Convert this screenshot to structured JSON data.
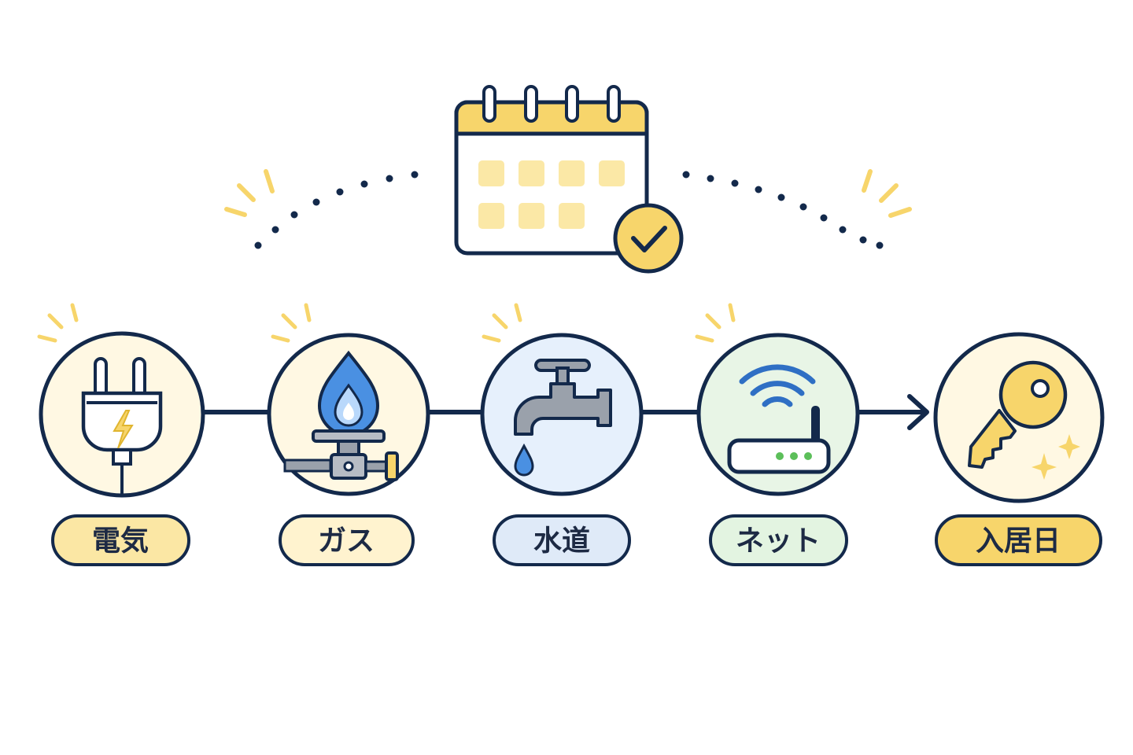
{
  "colors": {
    "outline": "#13294b",
    "accent_yellow": "#f7d56b",
    "pale_yellow": "#fff6d6",
    "pale_blue": "#e6f0fc",
    "pale_green": "#e8f5e6",
    "flame_blue": "#4a90e2",
    "router_blue": "#2f6fc4",
    "led_green": "#5cbf5a"
  },
  "calendar": {
    "icon": "calendar-check-icon"
  },
  "steps": [
    {
      "id": "electricity",
      "label": "電気",
      "icon": "plug-icon"
    },
    {
      "id": "gas",
      "label": "ガス",
      "icon": "gas-burner-icon"
    },
    {
      "id": "water",
      "label": "水道",
      "icon": "faucet-icon"
    },
    {
      "id": "internet",
      "label": "ネット",
      "icon": "wifi-router-icon"
    },
    {
      "id": "move-in",
      "label": "入居日",
      "icon": "key-icon"
    }
  ]
}
